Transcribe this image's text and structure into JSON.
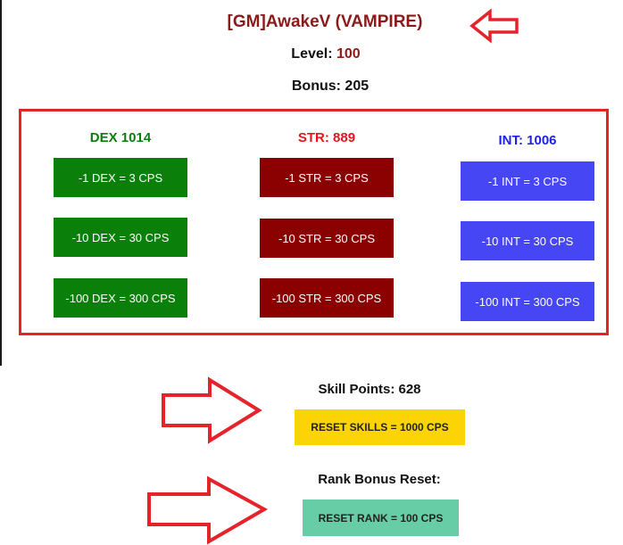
{
  "character": {
    "name": "[GM]AwakeV (VAMPIRE)",
    "level_label": "Level:",
    "level_value": "100",
    "bonus_label": "Bonus:",
    "bonus_value": "205"
  },
  "stats": {
    "dex": {
      "title": "DEX 1014",
      "color": "#0a800a",
      "buttons": [
        "-1 DEX = 3 CPS",
        "-10 DEX = 30 CPS",
        "-100 DEX = 300 CPS"
      ]
    },
    "str": {
      "title": "STR: 889",
      "color": "#8b0000",
      "buttons": [
        "-1 STR = 3 CPS",
        "-10 STR = 30 CPS",
        "-100 STR = 300 CPS"
      ]
    },
    "int": {
      "title": "INT: 1006",
      "color": "#4646f4",
      "buttons": [
        "-1 INT = 3 CPS",
        "-10 INT = 30 CPS",
        "-100 INT = 300 CPS"
      ]
    }
  },
  "skills": {
    "label": "Skill Points: 628",
    "reset_button": "RESET SKILLS = 1000 CPS"
  },
  "rank": {
    "label": "Rank Bonus Reset:",
    "reset_button": "RESET RANK = 100 CPS"
  },
  "annotation": {
    "color": "#e5232b",
    "icons": [
      "arrow-left-icon",
      "arrow-right-icon",
      "arrow-right-icon"
    ]
  }
}
